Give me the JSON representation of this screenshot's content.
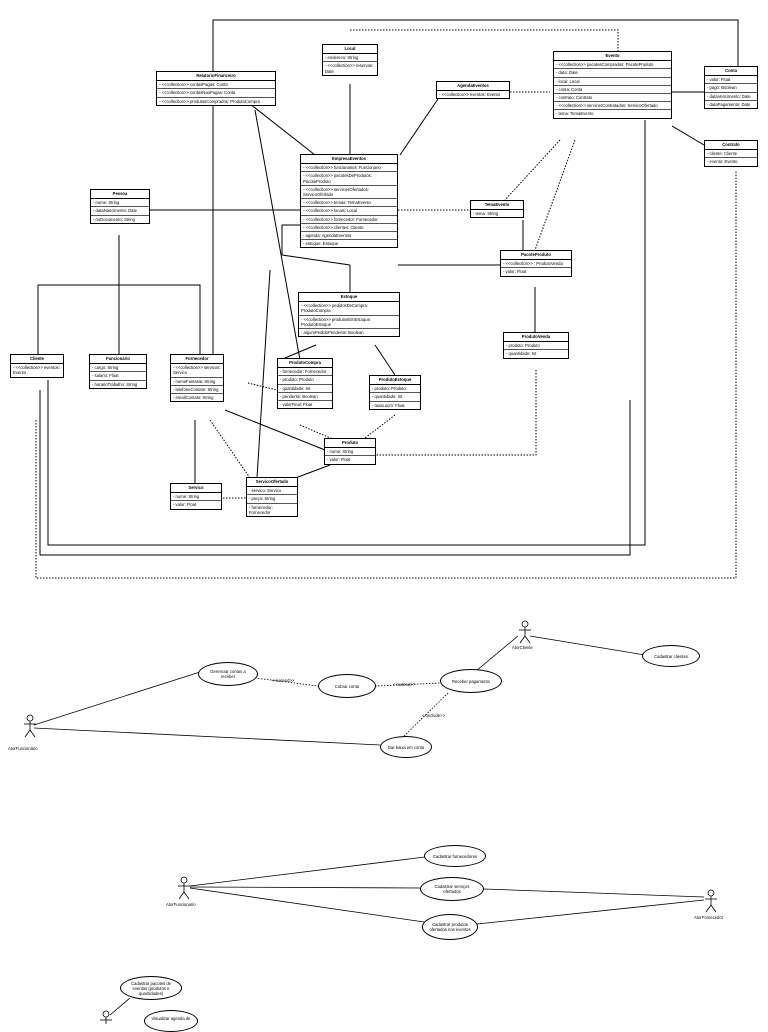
{
  "classes": [
    {
      "id": "local",
      "title": "Local",
      "attrs": [
        "- endereco: String",
        "- <<collection>> reservas: Date"
      ]
    },
    {
      "id": "relatorio",
      "title": "RelatorioFinanceiro",
      "attrs": [
        "- <<collection>> contasPagas: Conta",
        "- <<collection>> contasNaoPagas: Conta",
        "- <<collection>> produtosComprados: ProdutoCompra"
      ]
    },
    {
      "id": "agenda",
      "title": "AgendaEventos",
      "attrs": [
        "- <<collection>> eventos: Evento"
      ]
    },
    {
      "id": "evento",
      "title": "Evento",
      "attrs": [
        "- <<collection>> pacotesComprados: PacoteProduto",
        "- data: Date",
        "- local: Local",
        "- conta: Conta",
        "- contrato: Contrato",
        "- <<collection>> servicosContratados: ServicoOfertado",
        "- tema: TemaEvento"
      ]
    },
    {
      "id": "conta",
      "title": "Conta",
      "attrs": [
        "- valor: Float",
        "- pago: Boolean",
        "- dataVencimento: Date",
        "- dataPagamento: Date"
      ]
    },
    {
      "id": "contrato",
      "title": "Contrato",
      "attrs": [
        "- cliente: Cliente",
        "- evento: Evento"
      ]
    },
    {
      "id": "empresa",
      "title": "EmpresaEventos",
      "attrs": [
        "- <<collection>> funcionarios: Funcionario",
        "- <<collection>> pacotesDeProdutos: PacoteProduto",
        "- <<collection>> servicosOfertados: ServicoOfertado",
        "- <<collection>> temas: TemaEvento",
        "- <<collection>> locais: Local",
        "- <<collection>> fornecedor: Fornecedor",
        "- <<collection>> clientes: Cliente",
        "- agenda: AgendaEventos",
        "- estoque: Estoque"
      ]
    },
    {
      "id": "pessoa",
      "title": "Pessoa",
      "attrs": [
        "- nome: String",
        "- dataNascimento: Date",
        "- noDocumento: String"
      ]
    },
    {
      "id": "tema",
      "title": "TemaEvento",
      "attrs": [
        "- tema: String"
      ]
    },
    {
      "id": "pacote",
      "title": "PacoteProduto",
      "attrs": [
        "- <<collection>> : ProdutoVenda",
        "- valor: Float"
      ]
    },
    {
      "id": "estoque",
      "title": "Estoque",
      "attrs": [
        "- <<collection>> pedidosDeCompra: ProdutoCompra",
        "- <<collection>> produtosEmEstoque: ProdutoEstoque",
        "- algumPedidoPendente: Boolean"
      ]
    },
    {
      "id": "produtovenda",
      "title": "ProdutoVenda",
      "attrs": [
        "- produto: Produto",
        "- quantidade: Int"
      ]
    },
    {
      "id": "cliente",
      "title": "Cliente",
      "attrs": [
        "- <<collection>> eventos: Evento"
      ]
    },
    {
      "id": "funcionario",
      "title": "Funcionário",
      "attrs": [
        "- cargo: String",
        "- salario: Float",
        "- horarioTrabalho: String"
      ]
    },
    {
      "id": "fornecedor",
      "title": "Fornecedor",
      "attrs": [
        "- <<collection>> servicos: Servico",
        "- nomeFantasia: String",
        "- telefoneContato: String",
        "- emailContato: String"
      ]
    },
    {
      "id": "produtocompra",
      "title": "ProdutoCompra",
      "attrs": [
        "- fornecedor: Fornecedor",
        "- produto: Produto",
        "- quantidade: Int",
        "- pendente: Boolean",
        "- valorFinal: Float"
      ]
    },
    {
      "id": "produtoestoque",
      "title": "ProdutoEstoque",
      "attrs": [
        "- produto: Produto",
        "- quantidade: Int",
        "- taxaLucro: Float"
      ]
    },
    {
      "id": "produto",
      "title": "Produto",
      "attrs": [
        "- nome: String",
        "- valor: Float"
      ]
    },
    {
      "id": "servico",
      "title": "Servico",
      "attrs": [
        "- nome: String",
        "- valor: Float"
      ]
    },
    {
      "id": "servicoofertado",
      "title": "ServicoOfertado",
      "attrs": [
        "- servico: Servico",
        "- preço: String",
        "- fornecedor: Fornecedor"
      ]
    }
  ],
  "usecases1": {
    "items": [
      "Gerenciar contas a receber",
      "Cobrar conta",
      "Receber pagamento",
      "Cadastrar clientes",
      "Dar baixa em conta"
    ],
    "labels": [
      "<<extend>>",
      "<<extend>>",
      "<<include>>"
    ],
    "actors": [
      "AtorCliente",
      "AtorFuncionário"
    ]
  },
  "usecases2": {
    "items": [
      "Cadastrar fornecedores",
      "Cadastrar serviços ofertados",
      "Cadastrar produtos ofertados nos eventos"
    ],
    "actors": [
      "AtorFuncionario",
      "AtorFornecedor"
    ]
  },
  "usecases3": {
    "items": [
      "Cadastrar pacotes de eventos (produtos e quantidades)",
      "Visualizar agenda de"
    ]
  }
}
